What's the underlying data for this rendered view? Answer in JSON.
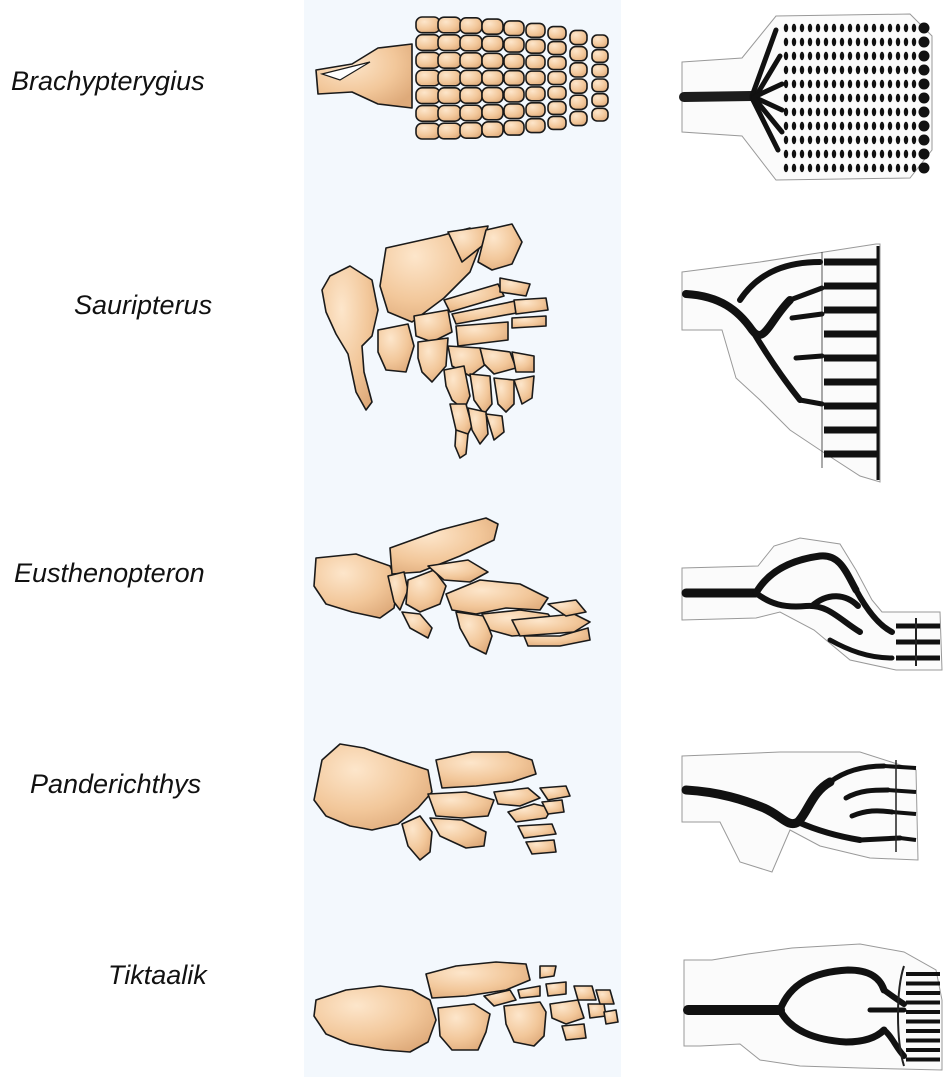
{
  "rows": [
    {
      "id": "brachypterygius",
      "label": "Brachypterygius"
    },
    {
      "id": "sauripterus",
      "label": "Sauripterus"
    },
    {
      "id": "eusthenopteron",
      "label": "Eusthenopteron"
    },
    {
      "id": "panderichthys",
      "label": "Panderichthys"
    },
    {
      "id": "tiktaalik",
      "label": "Tiktaalik"
    }
  ],
  "colors": {
    "bone_fill": "#f2c79a",
    "bone_fill_dark": "#deaa7a",
    "bone_outline": "#1a1a1a",
    "center_panel_bg": "#f3f8fd",
    "pattern_dark": "#111111"
  }
}
